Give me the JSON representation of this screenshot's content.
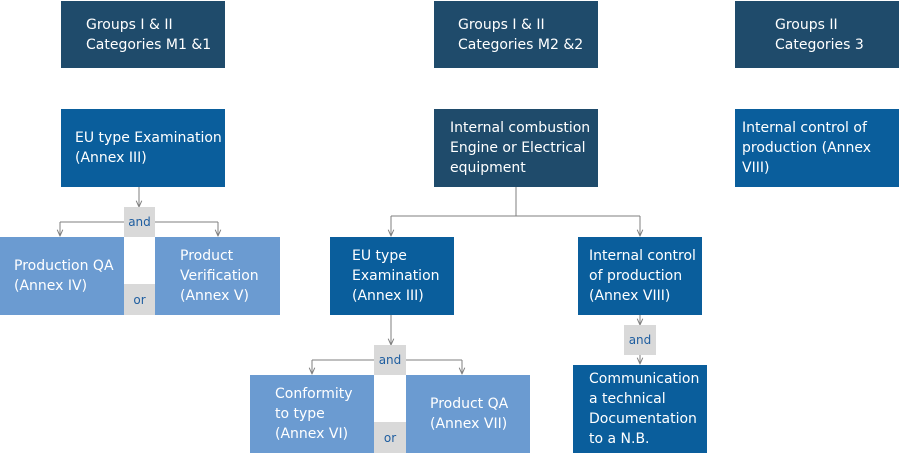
{
  "headers": [
    "Groups I & II\nCategories M1 &1",
    "Groups I & II\nCategories M2 &2",
    "Groups II\nCategories 3"
  ],
  "col1": {
    "eu_type": "EU type Examination\n(Annex III)",
    "and": "and",
    "or": "or",
    "production_qa": "Production QA\n(Annex IV)",
    "product_verification": "Product\nVerification\n(Annex V)"
  },
  "col2": {
    "engine": "Internal combustion\nEngine or Electrical\nequipment",
    "eu_type": "EU type\nExamination\n(Annex III)",
    "internal_control": "Internal control\nof production\n(Annex VIII)",
    "and1": "and",
    "or": "or",
    "conformity": "Conformity\nto type\n(Annex VI)",
    "product_qa": "Product QA\n(Annex VII)",
    "and2": "and",
    "communication": "Communication\na technical\nDocumentation\nto a N.B."
  },
  "col3": {
    "internal_control": "Internal control of\nproduction (Annex VIII)"
  },
  "colors": {
    "dark": "#1f4b6b",
    "blue": "#0a5e9c",
    "light": "#6b9bd1",
    "connector": "#d9d9d9",
    "line": "#7f7f7f"
  }
}
